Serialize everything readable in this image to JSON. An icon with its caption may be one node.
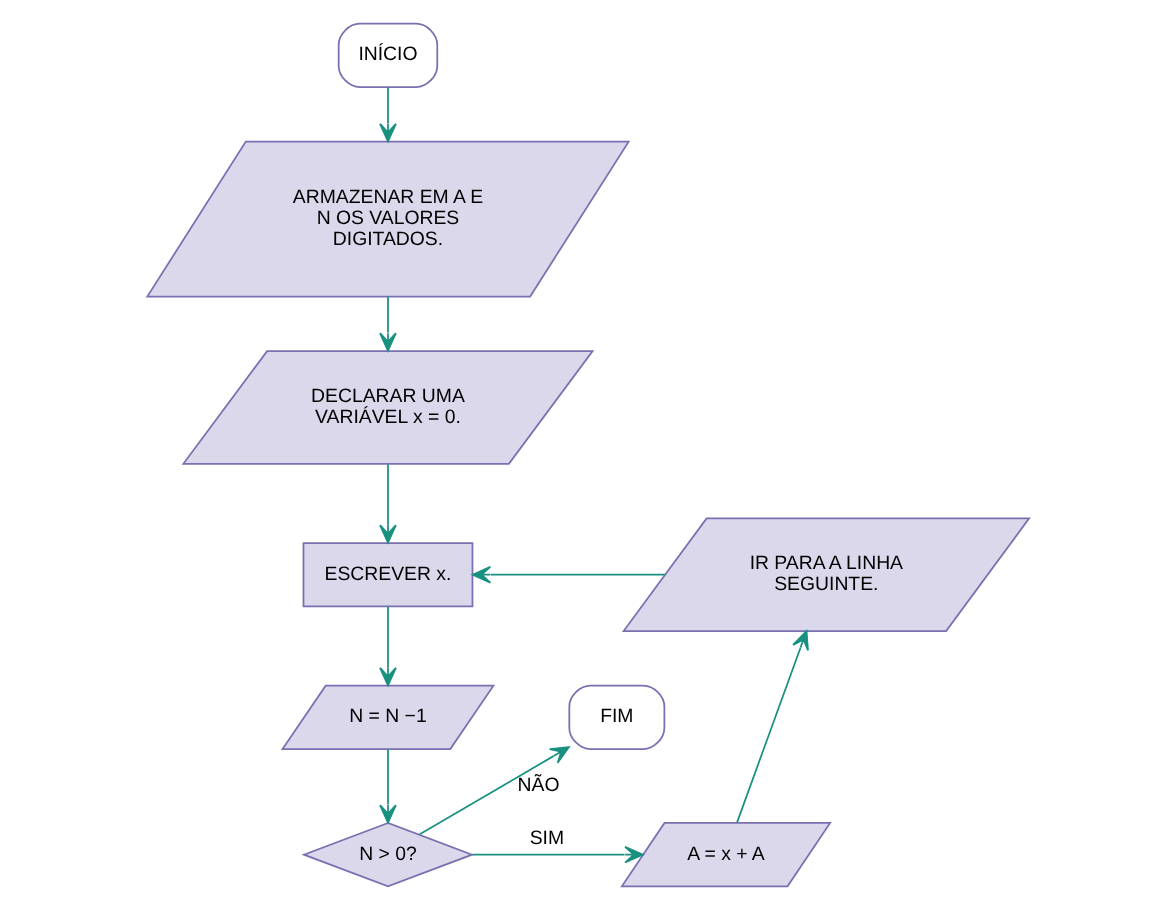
{
  "diagram": {
    "nodes": [
      {
        "text": [
          "INÍCIO"
        ]
      },
      {
        "text": [
          "ARMAZENAR EM A E N OS VALORES DIGITADOS."
        ]
      },
      {
        "text": [
          "DECLARAR UMA VARIÁVEL x = 0."
        ]
      },
      {
        "text": [
          "IR PARA A LINHA SEGUINTE."
        ]
      },
      {
        "text": [
          "ESCREVER x."
        ]
      },
      {
        "text": [
          "N = N −1"
        ]
      },
      {
        "text": [
          "FIM"
        ]
      },
      {
        "text": [
          "A = x + A"
        ]
      },
      {
        "text": [
          "N > 0?"
        ]
      }
    ],
    "edges": [
      {
        "from": 0,
        "to": 1,
        "arrow": "to"
      },
      {
        "from": 1,
        "to": 2,
        "arrow": "to"
      },
      {
        "from": 2,
        "to": 4,
        "arrow": "to"
      },
      {
        "from": 3,
        "to": 4,
        "arrow": "to"
      },
      {
        "from": 4,
        "to": 5,
        "arrow": "to"
      },
      {
        "from": 5,
        "to": 8,
        "arrow": "to"
      },
      {
        "from": 8,
        "to": 7,
        "arrow": "to",
        "label": "SIM"
      },
      {
        "from": 8,
        "to": 6,
        "arrow": "to",
        "label": "NÃO"
      },
      {
        "from": 7,
        "to": 3,
        "arrow": "to"
      }
    ]
  }
}
